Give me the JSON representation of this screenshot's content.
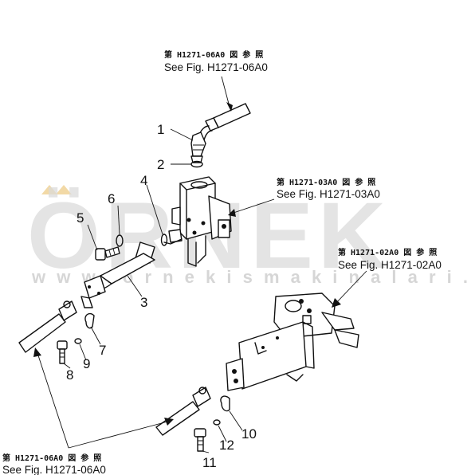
{
  "watermark": {
    "word": "ÖRNEK",
    "url": "w w w . o r n e k i s m a k i n a l a r i . c o m . t r",
    "color": "#d9d9d9",
    "accent": "#f2d9a6"
  },
  "references": {
    "top": {
      "jp": "第 H1271-06A0 図 参 照",
      "en": "See Fig. H1271-06A0"
    },
    "middle": {
      "jp": "第 H1271-03A0 図 参 照",
      "en": "See Fig. H1271-03A0"
    },
    "right": {
      "jp": "第 H1271-02A0 図 参 照",
      "en": "See Fig. H1271-02A0"
    },
    "bottom": {
      "jp": "第 H1271-06A0 図 参 照",
      "en": "See Fig. H1271-06A0"
    }
  },
  "part_numbers": [
    "1",
    "2",
    "3",
    "4",
    "5",
    "6",
    "7",
    "8",
    "9",
    "10",
    "11",
    "12"
  ]
}
